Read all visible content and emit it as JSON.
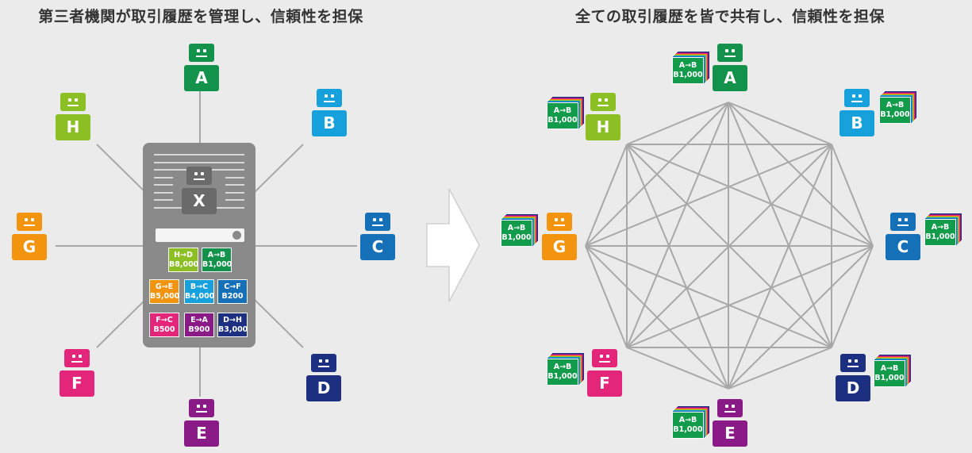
{
  "titles": {
    "left": "第三者機関が取引履歴を管理し、信頼性を担保",
    "right": "全ての取引履歴を皆で共有し、信頼性を担保"
  },
  "colors": {
    "A": "#12924a",
    "B": "#16a0dc",
    "C": "#1670b8",
    "D": "#1d2f80",
    "E": "#8a1a86",
    "F": "#e4267a",
    "G": "#f2940d",
    "H": "#8bbf23",
    "X": "#6a6a6a",
    "line": "#a8a8a8",
    "ledger": "#8a8a8a",
    "background": "#ebebeb"
  },
  "central": {
    "label": "X"
  },
  "nodes": [
    "A",
    "B",
    "C",
    "D",
    "E",
    "F",
    "G",
    "H"
  ],
  "transactions": [
    {
      "pair": "H→D",
      "amount": "B8,000",
      "color": "#8bbf23"
    },
    {
      "pair": "A→B",
      "amount": "B1,000",
      "color": "#12924a"
    },
    {
      "pair": "G→E",
      "amount": "B5,000",
      "color": "#f2940d"
    },
    {
      "pair": "B→C",
      "amount": "B4,000",
      "color": "#16a0dc"
    },
    {
      "pair": "C→F",
      "amount": "B200",
      "color": "#1670b8"
    },
    {
      "pair": "F→C",
      "amount": "B500",
      "color": "#e4267a"
    },
    {
      "pair": "E→A",
      "amount": "B900",
      "color": "#8a1a86"
    },
    {
      "pair": "D→H",
      "amount": "B3,000",
      "color": "#1d2f80"
    }
  ],
  "shared_record": {
    "pair": "A→B",
    "amount": "B1,000"
  },
  "stack_colors": [
    "#1d2f80",
    "#8a1a86",
    "#e4267a",
    "#f2940d",
    "#8bbf23",
    "#16a0dc",
    "#1670b8"
  ]
}
